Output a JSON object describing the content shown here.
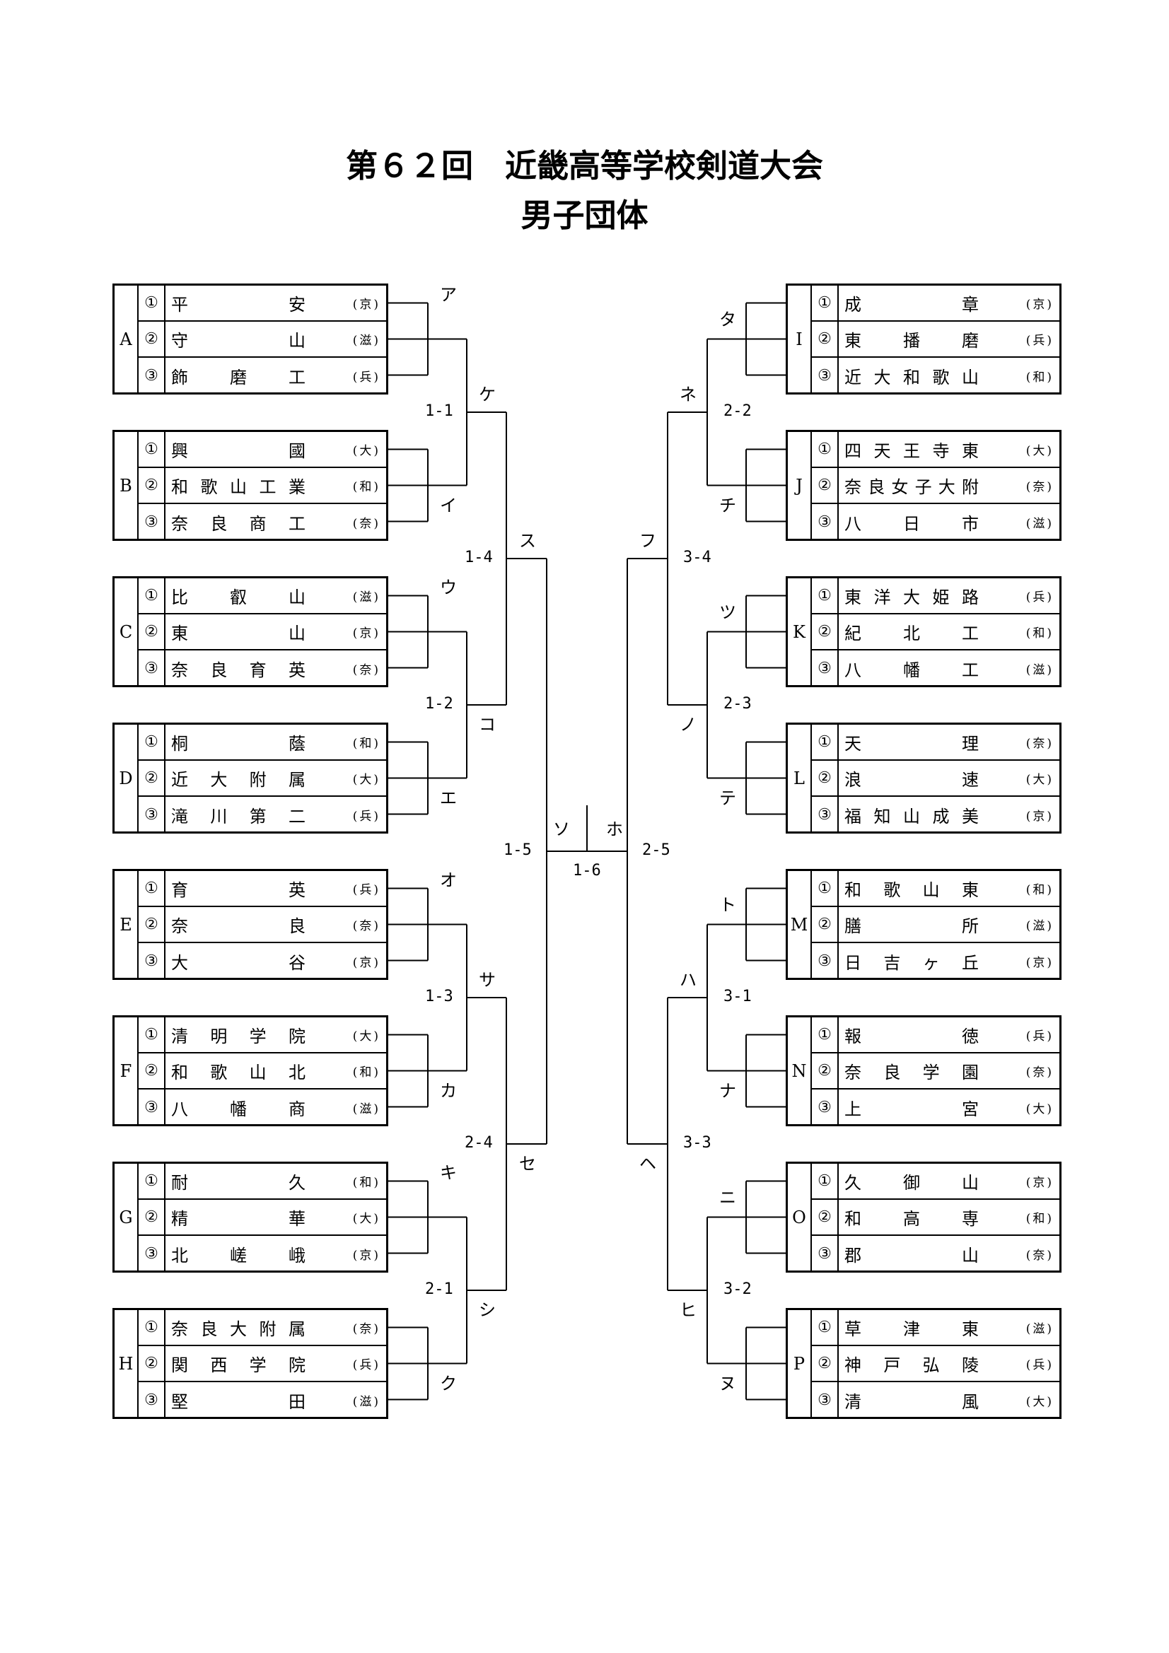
{
  "title": "第６２回　近畿高等学校剣道大会",
  "subtitle": "男子団体",
  "groups": [
    {
      "letter": "A",
      "teams": [
        {
          "no": "①",
          "name": "平安",
          "pref": "京"
        },
        {
          "no": "②",
          "name": "守山",
          "pref": "滋"
        },
        {
          "no": "③",
          "name": "飾磨工",
          "pref": "兵"
        }
      ]
    },
    {
      "letter": "B",
      "teams": [
        {
          "no": "①",
          "name": "興國",
          "pref": "大"
        },
        {
          "no": "②",
          "name": "和歌山工業",
          "pref": "和"
        },
        {
          "no": "③",
          "name": "奈良商工",
          "pref": "奈"
        }
      ]
    },
    {
      "letter": "C",
      "teams": [
        {
          "no": "①",
          "name": "比叡山",
          "pref": "滋"
        },
        {
          "no": "②",
          "name": "東山",
          "pref": "京"
        },
        {
          "no": "③",
          "name": "奈良育英",
          "pref": "奈"
        }
      ]
    },
    {
      "letter": "D",
      "teams": [
        {
          "no": "①",
          "name": "桐蔭",
          "pref": "和"
        },
        {
          "no": "②",
          "name": "近大附属",
          "pref": "大"
        },
        {
          "no": "③",
          "name": "滝川第二",
          "pref": "兵"
        }
      ]
    },
    {
      "letter": "E",
      "teams": [
        {
          "no": "①",
          "name": "育英",
          "pref": "兵"
        },
        {
          "no": "②",
          "name": "奈良",
          "pref": "奈"
        },
        {
          "no": "③",
          "name": "大谷",
          "pref": "京"
        }
      ]
    },
    {
      "letter": "F",
      "teams": [
        {
          "no": "①",
          "name": "清明学院",
          "pref": "大"
        },
        {
          "no": "②",
          "name": "和歌山北",
          "pref": "和"
        },
        {
          "no": "③",
          "name": "八幡商",
          "pref": "滋"
        }
      ]
    },
    {
      "letter": "G",
      "teams": [
        {
          "no": "①",
          "name": "耐久",
          "pref": "和"
        },
        {
          "no": "②",
          "name": "精華",
          "pref": "大"
        },
        {
          "no": "③",
          "name": "北嵯峨",
          "pref": "京"
        }
      ]
    },
    {
      "letter": "H",
      "teams": [
        {
          "no": "①",
          "name": "奈良大附属",
          "pref": "奈"
        },
        {
          "no": "②",
          "name": "関西学院",
          "pref": "兵"
        },
        {
          "no": "③",
          "name": "堅田",
          "pref": "滋"
        }
      ]
    },
    {
      "letter": "I",
      "teams": [
        {
          "no": "①",
          "name": "成章",
          "pref": "京"
        },
        {
          "no": "②",
          "name": "東播磨",
          "pref": "兵"
        },
        {
          "no": "③",
          "name": "近大和歌山",
          "pref": "和"
        }
      ]
    },
    {
      "letter": "J",
      "teams": [
        {
          "no": "①",
          "name": "四天王寺東",
          "pref": "大"
        },
        {
          "no": "②",
          "name": "奈良女子大附",
          "pref": "奈"
        },
        {
          "no": "③",
          "name": "八日市",
          "pref": "滋"
        }
      ]
    },
    {
      "letter": "K",
      "teams": [
        {
          "no": "①",
          "name": "東洋大姫路",
          "pref": "兵"
        },
        {
          "no": "②",
          "name": "紀北工",
          "pref": "和"
        },
        {
          "no": "③",
          "name": "八幡工",
          "pref": "滋"
        }
      ]
    },
    {
      "letter": "L",
      "teams": [
        {
          "no": "①",
          "name": "天理",
          "pref": "奈"
        },
        {
          "no": "②",
          "name": "浪速",
          "pref": "大"
        },
        {
          "no": "③",
          "name": "福知山成美",
          "pref": "京"
        }
      ]
    },
    {
      "letter": "M",
      "teams": [
        {
          "no": "①",
          "name": "和歌山東",
          "pref": "和"
        },
        {
          "no": "②",
          "name": "膳所",
          "pref": "滋"
        },
        {
          "no": "③",
          "name": "日吉ヶ丘",
          "pref": "京"
        }
      ]
    },
    {
      "letter": "N",
      "teams": [
        {
          "no": "①",
          "name": "報徳",
          "pref": "兵"
        },
        {
          "no": "②",
          "name": "奈良学園",
          "pref": "奈"
        },
        {
          "no": "③",
          "name": "上宮",
          "pref": "大"
        }
      ]
    },
    {
      "letter": "O",
      "teams": [
        {
          "no": "①",
          "name": "久御山",
          "pref": "京"
        },
        {
          "no": "②",
          "name": "和高専",
          "pref": "和"
        },
        {
          "no": "③",
          "name": "郡山",
          "pref": "奈"
        }
      ]
    },
    {
      "letter": "P",
      "teams": [
        {
          "no": "①",
          "name": "草津東",
          "pref": "滋"
        },
        {
          "no": "②",
          "name": "神戸弘陵",
          "pref": "兵"
        },
        {
          "no": "③",
          "name": "清風",
          "pref": "大"
        }
      ]
    }
  ],
  "match_labels": {
    "r1_left": [
      "ア",
      "イ",
      "ウ",
      "エ",
      "オ",
      "カ",
      "キ",
      "ク"
    ],
    "r1_right": [
      "タ",
      "チ",
      "ツ",
      "テ",
      "ト",
      "ナ",
      "ニ",
      "ヌ"
    ],
    "r2_left": [
      "ケ",
      "コ",
      "サ",
      "シ"
    ],
    "r2_right": [
      "ネ",
      "ノ",
      "ハ",
      "ヒ"
    ],
    "r3_left": [
      "ス",
      "セ"
    ],
    "r3_right": [
      "フ",
      "ヘ"
    ],
    "semi": [
      "ソ",
      "ホ"
    ]
  },
  "match_codes": {
    "r2_left": [
      "1-1",
      "1-2",
      "1-3",
      "2-1"
    ],
    "r2_right": [
      "2-2",
      "2-3",
      "3-1",
      "3-2"
    ],
    "r3_left": [
      "1-4",
      "2-4"
    ],
    "r3_right": [
      "3-4",
      "3-3"
    ],
    "semi": [
      "1-5",
      "2-5"
    ],
    "final": "1-6"
  }
}
